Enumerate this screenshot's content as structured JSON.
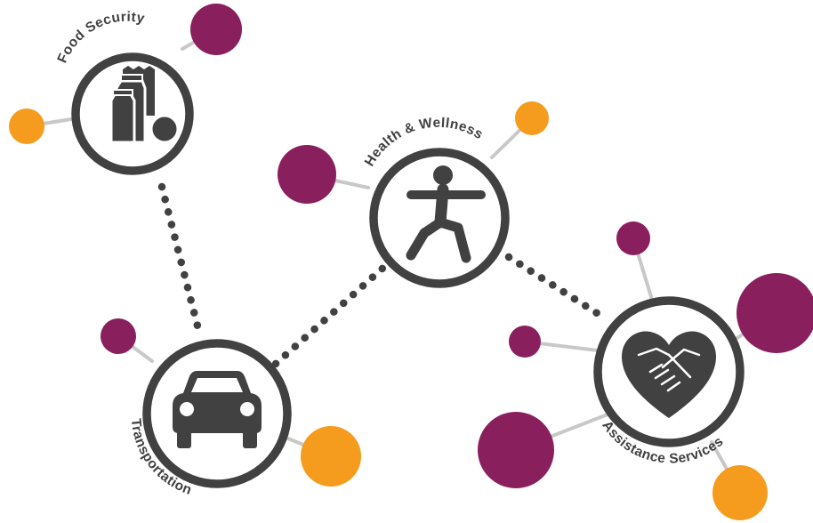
{
  "colors": {
    "ring": "#414141",
    "icon": "#414141",
    "connector": "#c8c8c8",
    "purple": "#8a1f5e",
    "orange": "#f59c1e",
    "background": "#ffffff"
  },
  "nodes": [
    {
      "id": "food-security",
      "label": "Food Security",
      "icon": "groceries-icon"
    },
    {
      "id": "transportation",
      "label": "Transportation",
      "icon": "car-icon"
    },
    {
      "id": "health-wellness",
      "label": "Health & Wellness",
      "icon": "exercise-person-icon"
    },
    {
      "id": "assistance-services",
      "label": "Assistance Services",
      "icon": "heart-handshake-icon"
    }
  ]
}
